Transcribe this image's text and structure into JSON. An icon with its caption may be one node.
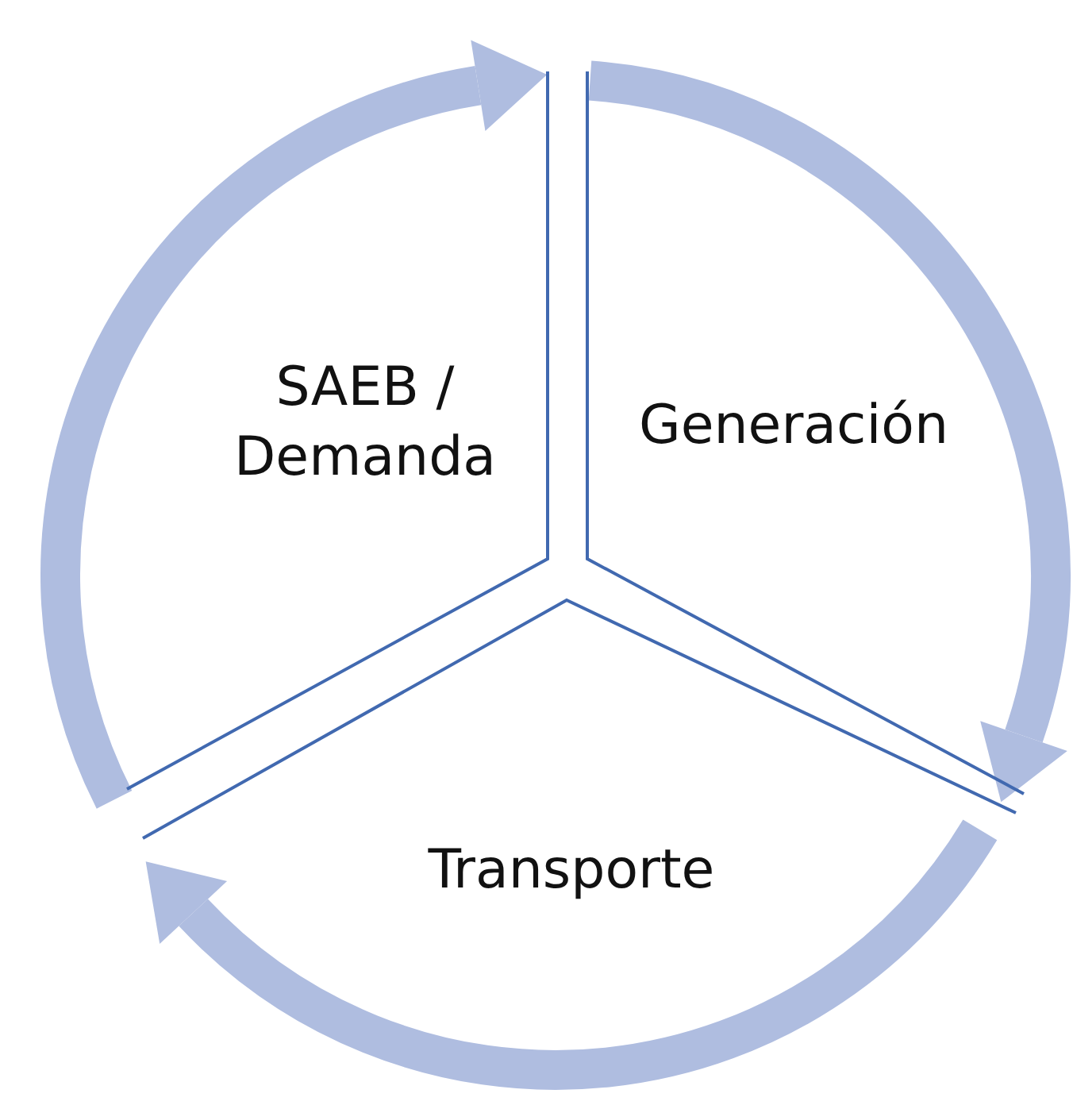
{
  "diagram": {
    "nodes": [
      {
        "text": [
          "SAEB / Demanda"
        ]
      },
      {
        "text": [
          "Generación"
        ]
      },
      {
        "text": [
          "Transporte"
        ]
      }
    ],
    "edges": [
      {
        "from": 0,
        "to": 1,
        "arrow": "to"
      },
      {
        "from": 1,
        "to": 2,
        "arrow": "to"
      },
      {
        "from": 2,
        "to": 0,
        "arrow": "to"
      }
    ]
  }
}
